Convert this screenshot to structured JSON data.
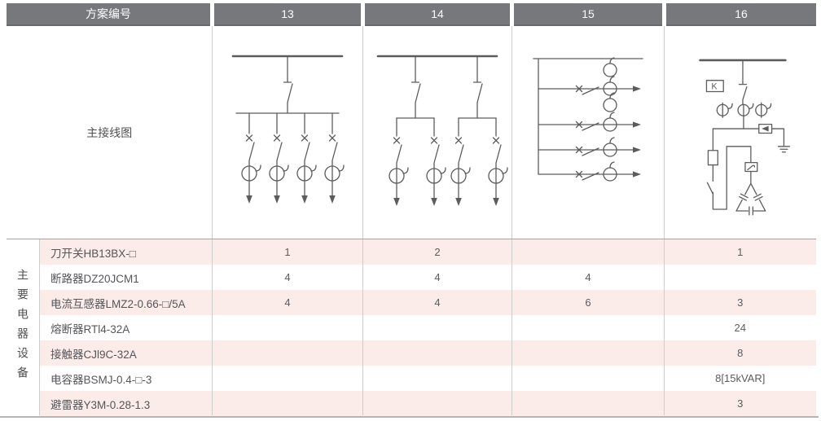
{
  "header": {
    "scheme_label": "方案编号",
    "columns": [
      "13",
      "14",
      "15",
      "16"
    ]
  },
  "main_diagram": {
    "label": "主接线图"
  },
  "equipment": {
    "group_label": "主要电器设备",
    "rows": [
      {
        "name": "刀开关HB13BX-□",
        "values": [
          "1",
          "2",
          "",
          "1"
        ]
      },
      {
        "name": "断路器DZ20JCM1",
        "values": [
          "4",
          "4",
          "4",
          ""
        ]
      },
      {
        "name": "电流互感器LMZ2-0.66-□/5A",
        "values": [
          "4",
          "4",
          "6",
          "3"
        ]
      },
      {
        "name": "熔断器RTl4-32A",
        "values": [
          "",
          "",
          "",
          "24"
        ]
      },
      {
        "name": "接触器CJl9C-32A",
        "values": [
          "",
          "",
          "",
          "8"
        ]
      },
      {
        "name": "电容器BSMJ-0.4-□-3",
        "values": [
          "",
          "",
          "",
          "8[15kVAR]"
        ]
      },
      {
        "name": "避雷器Y3M-0.28-1.3",
        "values": [
          "",
          "",
          "",
          "3"
        ]
      }
    ]
  },
  "diagram_symbols": {
    "k_box_label": "K"
  },
  "colors": {
    "header_bg": "#77787b",
    "header_text": "#fdfdfd",
    "row_pink": "#fbece9",
    "row_white": "#ffffff",
    "schematic_line": "#5b5c5e",
    "divider": "#cdcdce",
    "text": "#55565a"
  }
}
